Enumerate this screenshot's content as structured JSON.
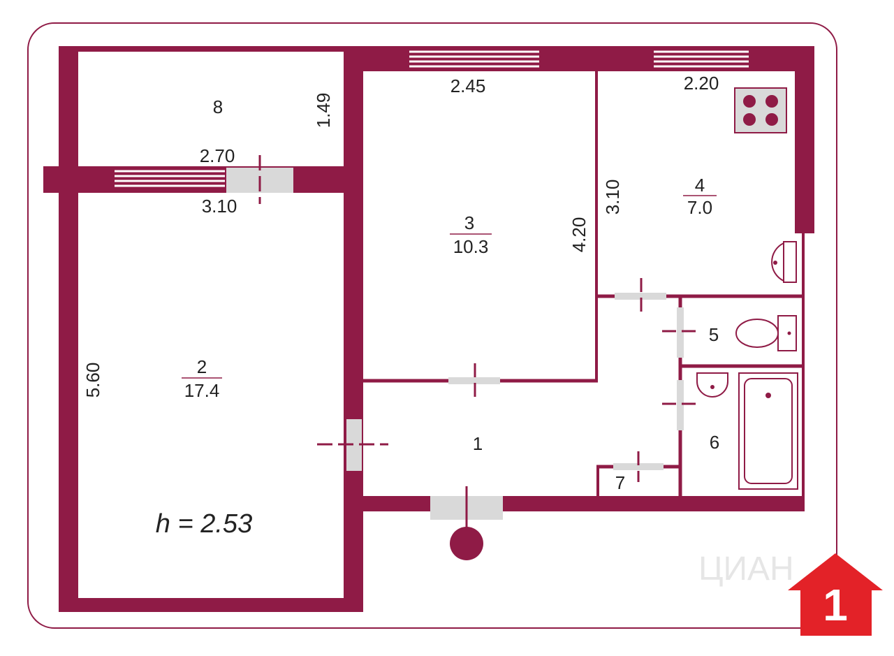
{
  "colors": {
    "wall": "#8f1b46",
    "fixture_gray": "#d9d9d9",
    "logo_red": "#e32228"
  },
  "rooms": [
    {
      "number": "1",
      "area": ""
    },
    {
      "number": "2",
      "area": "17.4"
    },
    {
      "number": "3",
      "area": "10.3"
    },
    {
      "number": "4",
      "area": "7.0"
    },
    {
      "number": "5",
      "area": ""
    },
    {
      "number": "6",
      "area": ""
    },
    {
      "number": "7",
      "area": ""
    },
    {
      "number": "8",
      "area": ""
    }
  ],
  "dimensions": [
    "2.45",
    "2.20",
    "1.49",
    "2.70",
    "3.10",
    "4.20",
    "3.10",
    "5.60"
  ],
  "ceiling_height": "h = 2.53",
  "watermark": "ЦИАН",
  "logo_digit": "1"
}
